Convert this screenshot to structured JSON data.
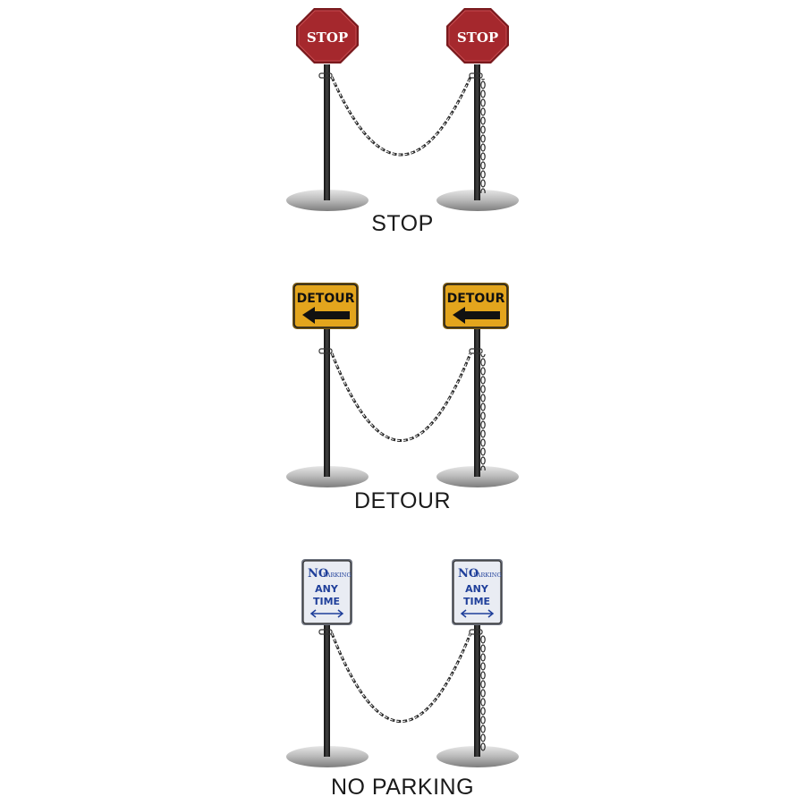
{
  "colors": {
    "background": "#ffffff",
    "pole": "#1e1e1e",
    "base": "#9a9a9a",
    "chain": "#2a2a2a",
    "stop_fill": "#a5282d",
    "detour_fill": "#e3a51d",
    "parking_fill": "#e9ecf3",
    "parking_text": "#1f3f9a"
  },
  "groups": [
    {
      "caption": "STOP",
      "sign_type": "octagon",
      "sign_lines": [
        "STOP"
      ]
    },
    {
      "caption": "DETOUR",
      "sign_type": "rectangle-arrow-left",
      "sign_lines": [
        "DETOUR"
      ]
    },
    {
      "caption": "NO PARKING",
      "sign_type": "parking-portrait",
      "sign_lines": [
        "NO",
        "PARKING",
        "ANY",
        "TIME"
      ]
    }
  ]
}
